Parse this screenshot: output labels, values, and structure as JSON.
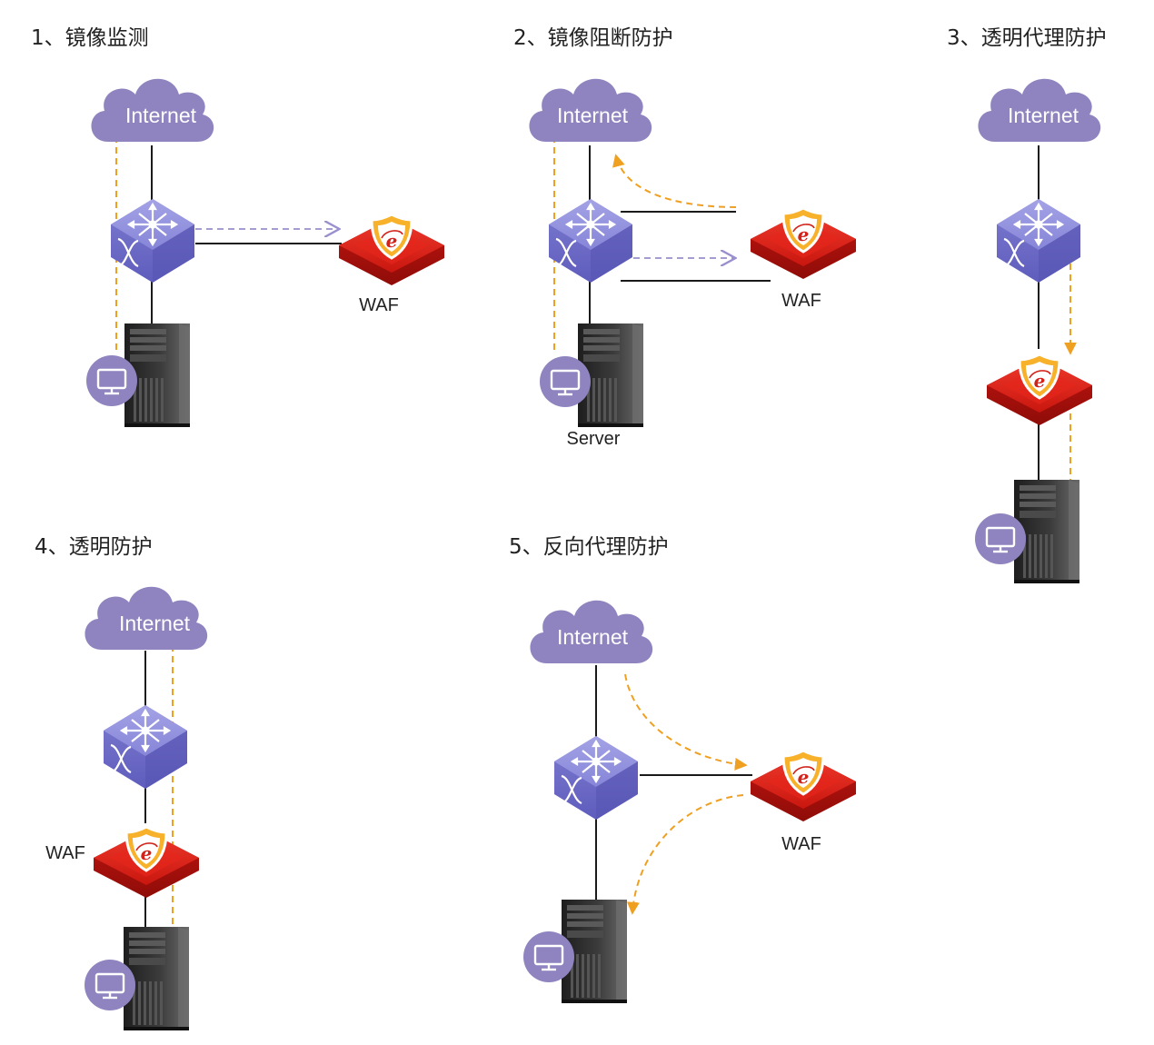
{
  "colors": {
    "cloud": "#8f84bf",
    "switch_top": "#8b8ad8",
    "switch_side": "#6b6ac6",
    "waf_red": "#e52a1f",
    "waf_dark": "#b5140f",
    "monitor_badge": "#8f84bf",
    "server_dark": "#2b2b2b",
    "flow_orange": "#f0a020",
    "flow_purple": "#9a8fcf",
    "wire": "#1a1a1a"
  },
  "icons": [
    "internet-cloud-icon",
    "core-switch-icon",
    "waf-firewall-icon",
    "tower-server-icon",
    "monitor-icon",
    "shield-ie-logo"
  ],
  "sections": [
    {
      "id": "mirror-monitoring",
      "title": "1、镜像监测",
      "cloud_label": "Internet",
      "waf_label": "WAF"
    },
    {
      "id": "mirror-blocking",
      "title": "2、镜像阻断防护",
      "cloud_label": "Internet",
      "waf_label": "WAF",
      "server_label": "Server"
    },
    {
      "id": "transparent-proxy",
      "title": "3、透明代理防护",
      "cloud_label": "Internet"
    },
    {
      "id": "transparent",
      "title": "4、透明防护",
      "cloud_label": "Internet",
      "waf_label": "WAF"
    },
    {
      "id": "reverse-proxy",
      "title": "5、反向代理防护",
      "cloud_label": "Internet",
      "waf_label": "WAF"
    }
  ]
}
